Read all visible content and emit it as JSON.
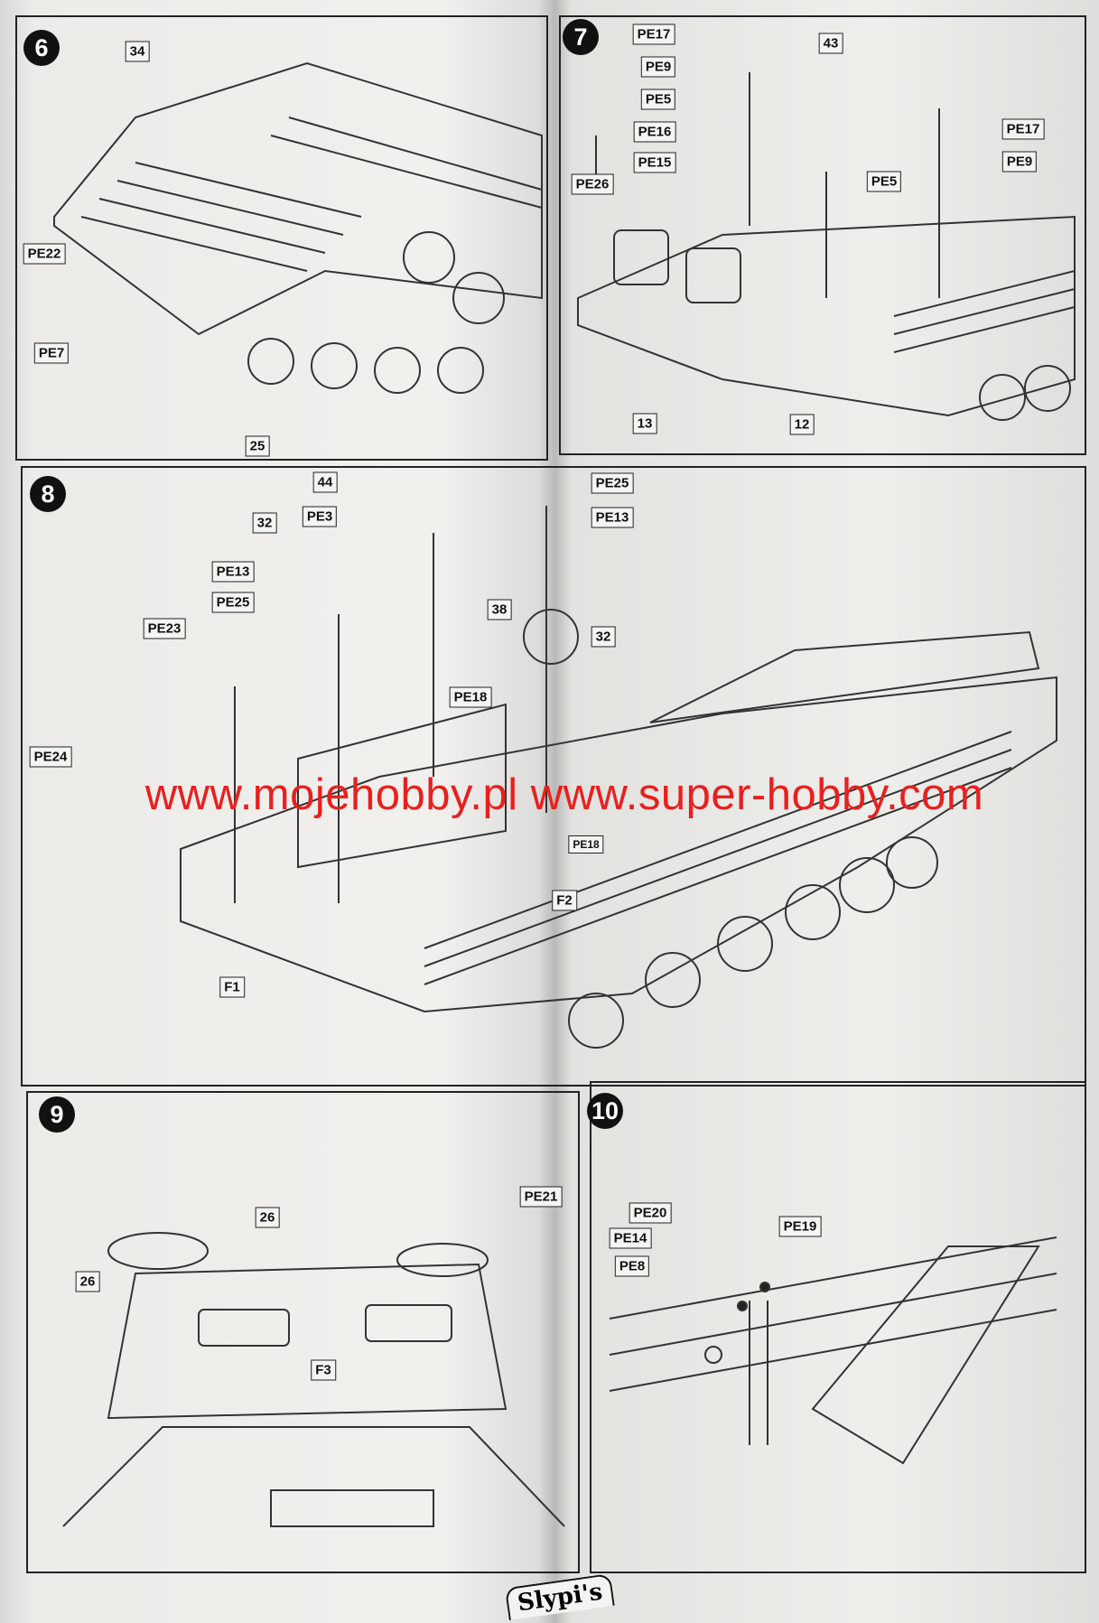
{
  "steps": [
    "6",
    "7",
    "8",
    "9",
    "10"
  ],
  "step6": {
    "labels": [
      "34",
      "PE22",
      "PE7",
      "25"
    ]
  },
  "step7": {
    "labels": [
      "PE17",
      "PE9",
      "PE5",
      "PE16",
      "PE15",
      "PE26",
      "43",
      "PE17",
      "PE9",
      "PE5",
      "13",
      "12"
    ]
  },
  "step8": {
    "labels": [
      "44",
      "PE3",
      "32",
      "PE13",
      "PE25",
      "PE23",
      "38",
      "PE18",
      "PE24",
      "PE25",
      "PE13",
      "32",
      "PE18",
      "F2",
      "F1"
    ]
  },
  "step9": {
    "labels": [
      "26",
      "PE21",
      "26",
      "F3"
    ]
  },
  "step10": {
    "labels": [
      "PE20",
      "PE14",
      "PE8",
      "PE19"
    ]
  },
  "watermark": "www.mojehobby.pl www.super-hobby.com",
  "logo": "Slypi's",
  "colors": {
    "watermark": "#e8201f",
    "ink": "#222222"
  }
}
